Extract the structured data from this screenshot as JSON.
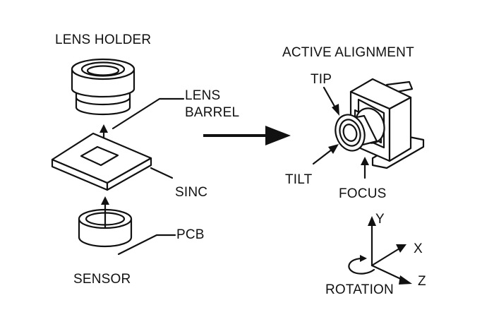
{
  "labels": {
    "lens_holder": "LENS HOLDER",
    "lens_barrel_line1": "LENS",
    "lens_barrel_line2": "BARREL",
    "sinc": "SINC",
    "pcb": "PCB",
    "sensor": "SENSOR",
    "active_alignment": "ACTIVE ALIGNMENT",
    "tip": "TIP",
    "tilt": "TILT",
    "focus": "FOCUS",
    "axis_y": "Y",
    "axis_x": "X",
    "axis_z": "Z",
    "rotation": "ROTATION"
  },
  "colors": {
    "ink": "#111111",
    "background": "#ffffff"
  }
}
